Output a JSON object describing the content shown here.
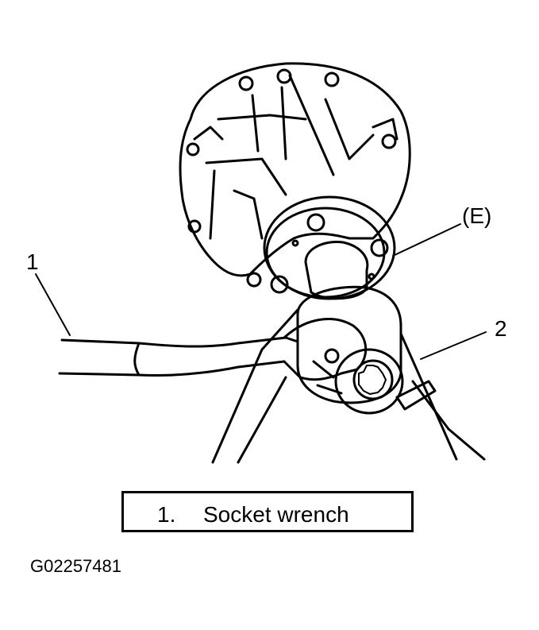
{
  "callouts": {
    "one": "1",
    "two": "2",
    "e": "(E)"
  },
  "caption": {
    "number": "1.",
    "text": "Socket wrench"
  },
  "figure_id": "G02257481"
}
